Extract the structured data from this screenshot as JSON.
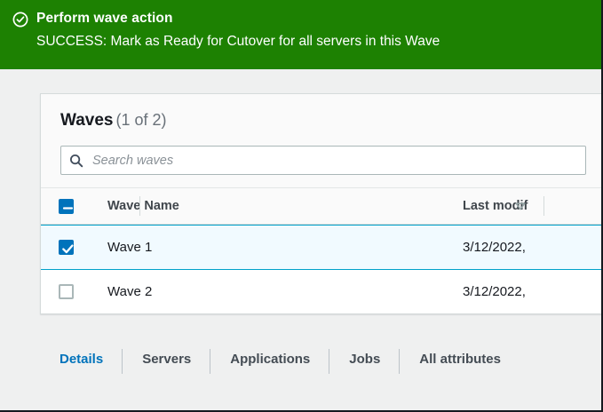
{
  "flashbar": {
    "icon": "check-circle-icon",
    "title": "Perform wave action",
    "message": "SUCCESS: Mark as Ready for Cutover for all servers in this Wave",
    "background_color": "#1d8102",
    "text_color": "#ffffff"
  },
  "card": {
    "title": "Waves",
    "counter": "(1 of 2)"
  },
  "search": {
    "icon": "search-icon",
    "placeholder": "Search waves",
    "value": ""
  },
  "table": {
    "header": {
      "select_all_checkbox_state": "indeterminate",
      "columns": [
        {
          "label": "Wave Name",
          "sorted": true,
          "sort_direction": "descending",
          "sort_icon": "sort-descending-icon"
        },
        {
          "label": "Last modif",
          "sorted": false
        }
      ]
    },
    "rows": [
      {
        "selected": true,
        "checkbox_state": "checked",
        "wave_name": "Wave 1",
        "last_modified": "3/12/2022,"
      },
      {
        "selected": false,
        "checkbox_state": "unchecked",
        "wave_name": "Wave 2",
        "last_modified": "3/12/2022,"
      }
    ]
  },
  "tabs": {
    "items": [
      {
        "label": "Details",
        "active": true
      },
      {
        "label": "Servers",
        "active": false
      },
      {
        "label": "Applications",
        "active": false
      },
      {
        "label": "Jobs",
        "active": false
      },
      {
        "label": "All attributes",
        "active": false
      }
    ],
    "active_color": "#0073bb",
    "inactive_color": "#444c54"
  }
}
